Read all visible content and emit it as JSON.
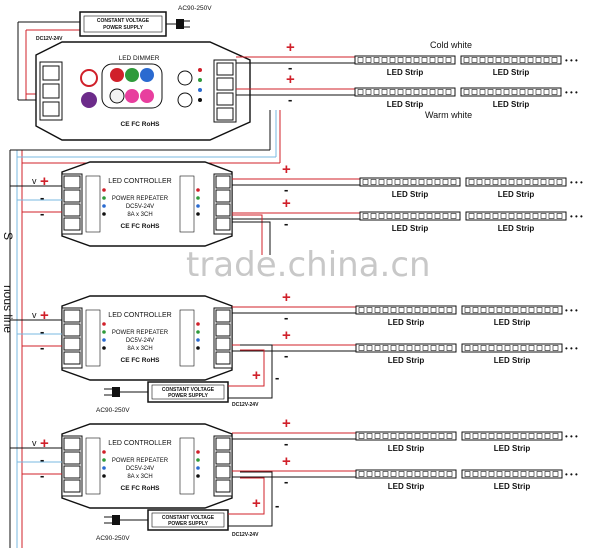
{
  "power_supply": {
    "line1": "CONSTANT VOLTAGE",
    "line2": "POWER SUPPLY"
  },
  "ac_input": "AC90-250V",
  "dc_output": "DC12V-24V",
  "dimmer": {
    "title": "LED DIMMER",
    "cert": "CE FC RoHS"
  },
  "controller": {
    "title": "LED CONTROLLER",
    "line1": "POWER REPEATER",
    "line2": "DC5V-24V",
    "line3": "8A x 3CH",
    "cert": "CE FC RoHS"
  },
  "strip_label": "LED Strip",
  "cold_white": "Cold white",
  "warm_white": "Warm white",
  "plus": "+",
  "minus": "-",
  "v_mark": "v",
  "dots": "• • •",
  "side_text_1": "S",
  "side_text_2": "nous line",
  "watermark": "trade.china.cn",
  "colors": {
    "red": "#d0202a",
    "blue": "#7ab8e0",
    "gray": "#9a9a9a",
    "black": "#111111"
  }
}
